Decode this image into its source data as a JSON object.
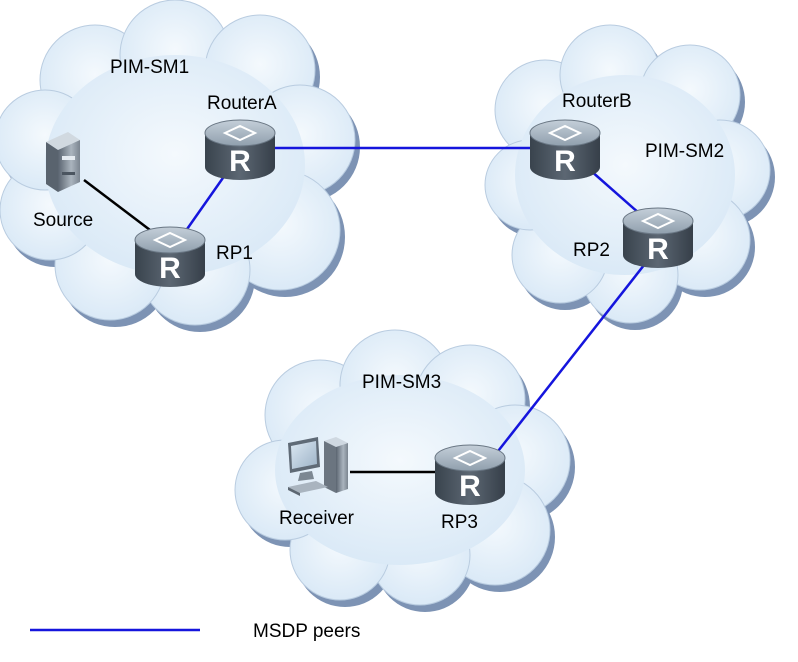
{
  "domains": {
    "sm1": "PIM-SM1",
    "sm2": "PIM-SM2",
    "sm3": "PIM-SM3"
  },
  "devices": {
    "source": "Source",
    "routerA": "RouterA",
    "rp1": "RP1",
    "routerB": "RouterB",
    "rp2": "RP2",
    "receiver": "Receiver",
    "rp3": "RP3"
  },
  "router_glyph": "R",
  "legend": {
    "msdp_label": "MSDP peers"
  },
  "colors": {
    "msdp_link": "#1515dd",
    "plain_link": "#000000",
    "cloud_fill": "#e4f0fa",
    "cloud_border": "#7d93b4",
    "router_top": "#a8b6c3",
    "router_body": "#4a5561"
  },
  "icons": [
    "server-icon",
    "router-icon",
    "pc-icon"
  ]
}
